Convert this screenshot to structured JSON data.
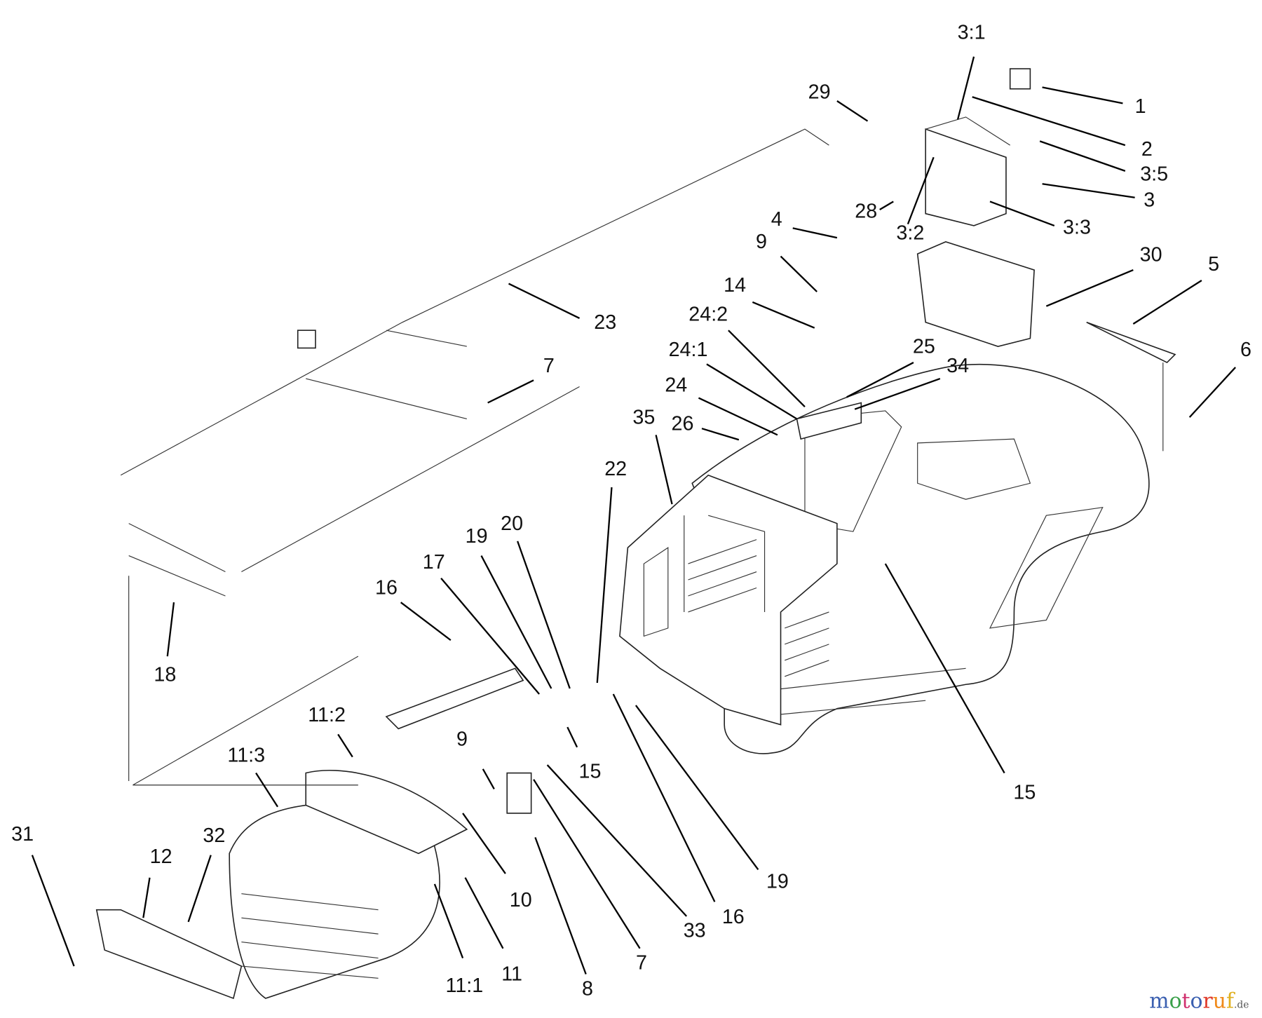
{
  "diagram": {
    "labels": [
      "3:1",
      "1",
      "2",
      "3:5",
      "3",
      "3:3",
      "3:2",
      "28",
      "29",
      "30",
      "5",
      "6",
      "4",
      "9",
      "14",
      "24:2",
      "24:1",
      "25",
      "34",
      "24",
      "26",
      "35",
      "22",
      "23",
      "7",
      "19",
      "20",
      "17",
      "16",
      "18",
      "11:2",
      "11:3",
      "9",
      "15",
      "15",
      "31",
      "12",
      "32",
      "10",
      "11",
      "11:1",
      "8",
      "7",
      "33",
      "16",
      "19"
    ]
  },
  "watermark": {
    "brand": "motoruf",
    "suffix": ".de",
    "colors": [
      "#3a5fb0",
      "#3aa04a",
      "#d0306e",
      "#3a5fb0",
      "#e03a2a",
      "#f08a1a",
      "#e0b020"
    ]
  }
}
